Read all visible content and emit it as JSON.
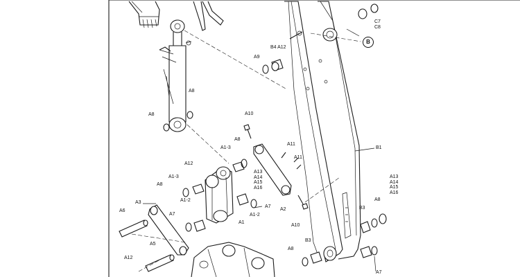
{
  "labels": {
    "c7_c8": "C7\nC8",
    "b_callout": "B",
    "a9": "A9",
    "b4_a12": "B4 A12",
    "a8_top": "A8",
    "a8_left": "A8",
    "a10_top": "A10",
    "a8_mid": "A8",
    "a11_a": "A11",
    "a11_b": "A11",
    "b1": "B1",
    "a13_group": "A13\nA14\nA15\nA16",
    "a1_3_top": "A1-3",
    "a12_left": "A12",
    "a1_3_left": "A1-3",
    "a8_left2": "A8",
    "a13_group_right": "A13\nA14\nA15\nA16",
    "a3": "A3",
    "a1_2_a": "A1-2",
    "a6": "A6",
    "a7_a": "A7",
    "a1_2_b": "A1-2",
    "a7_b": "A7",
    "a2": "A2",
    "b3_a": "B3",
    "a8_right": "A8",
    "a1": "A1",
    "a10_bottom": "A10",
    "a5": "A5",
    "a8_bottom": "A8",
    "b3_b": "B3",
    "a12_bottom": "A12",
    "a7_c": "A7"
  }
}
